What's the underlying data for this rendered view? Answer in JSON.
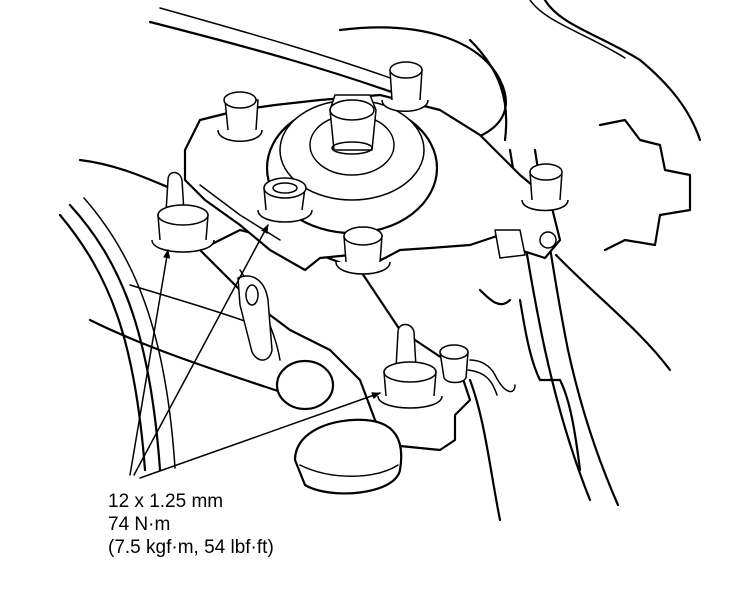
{
  "callout": {
    "bolt_size": "12 x 1.25 mm",
    "torque_nm": "74 N·m",
    "torque_alt": "(7.5 kgf·m, 54 lbf·ft)"
  },
  "colors": {
    "line": "#000000",
    "background": "#ffffff"
  },
  "icons": [
    "flange-nut-icon",
    "stud-bolt-icon",
    "damper-mount-icon",
    "leader-arrow-icon"
  ]
}
